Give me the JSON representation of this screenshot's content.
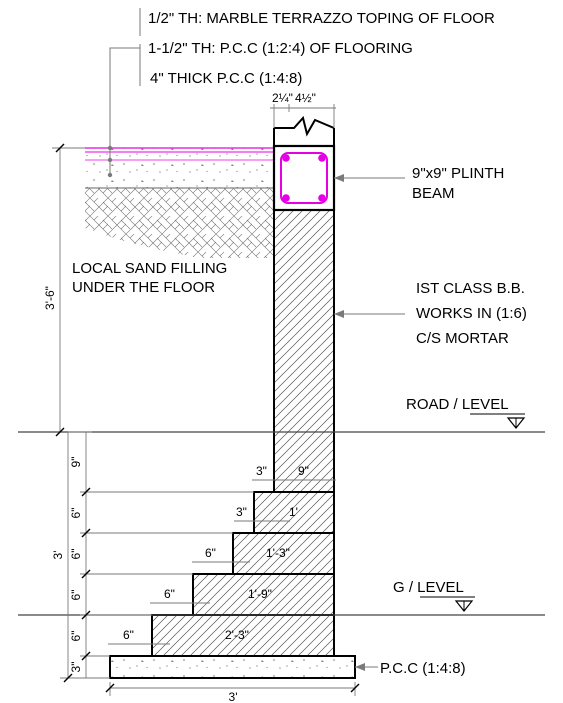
{
  "notes": {
    "floor_1": "1/2\" TH: MARBLE TERRAZZO TOPING OF FLOOR",
    "floor_2": "1-1/2\" TH: P.C.C (1:2:4) OF FLOORING",
    "floor_3": "4\" THICK  P.C.C  (1:4:8)",
    "plinth_1": "9\"x9\" PLINTH",
    "plinth_2": "BEAM",
    "sand_1": "LOCAL SAND FILLING",
    "sand_2": "UNDER THE FLOOR",
    "brick_1": "IST CLASS B.B.",
    "brick_2": "WORKS IN (1:6)",
    "brick_3": "C/S MORTAR",
    "road_level": "ROAD / LEVEL",
    "ground_level": "G / LEVEL",
    "pcc_base": "P.C.C  (1:4:8)"
  },
  "dims": {
    "top_a": "2¼\"",
    "top_b": "4½\"",
    "height_above": "3'-6\"",
    "height_below": "3'",
    "v_1": "9\"",
    "v_2": "6\"",
    "v_3": "6\"",
    "v_4": "6\"",
    "v_5": "6\"",
    "v_6": "3\"",
    "s0_off": "3\"",
    "s0_w": "9\"",
    "s1_off": "3\"",
    "s1_w": "1'",
    "s2_off": "6\"",
    "s2_w": "1'-3\"",
    "s3_off": "6\"",
    "s3_w": "1'-9\"",
    "s4_off": "6\"",
    "s4_w": "2'-3\"",
    "base_w": "3'"
  },
  "colors": {
    "rebar": "#e600e6",
    "line": "#000000",
    "leader": "#7a7a7a"
  }
}
